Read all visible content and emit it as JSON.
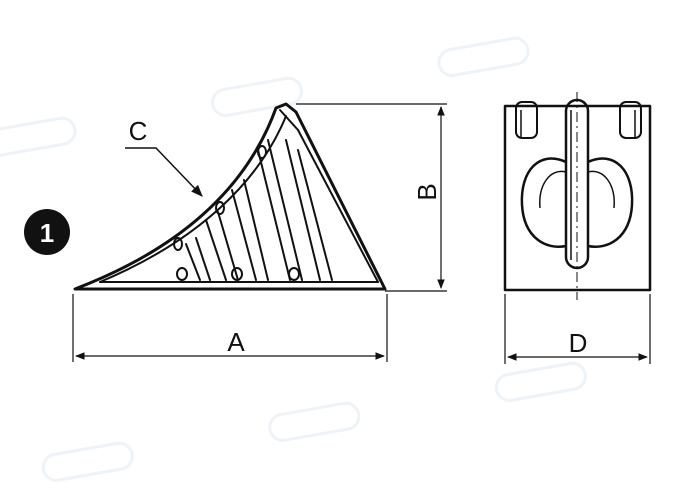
{
  "badge": {
    "number": "1"
  },
  "labels": {
    "a": "A",
    "b": "B",
    "c": "C",
    "d": "D"
  },
  "colors": {
    "ink": "#111111",
    "badge_fill": "#111111",
    "watermark": "#eef3f8"
  }
}
